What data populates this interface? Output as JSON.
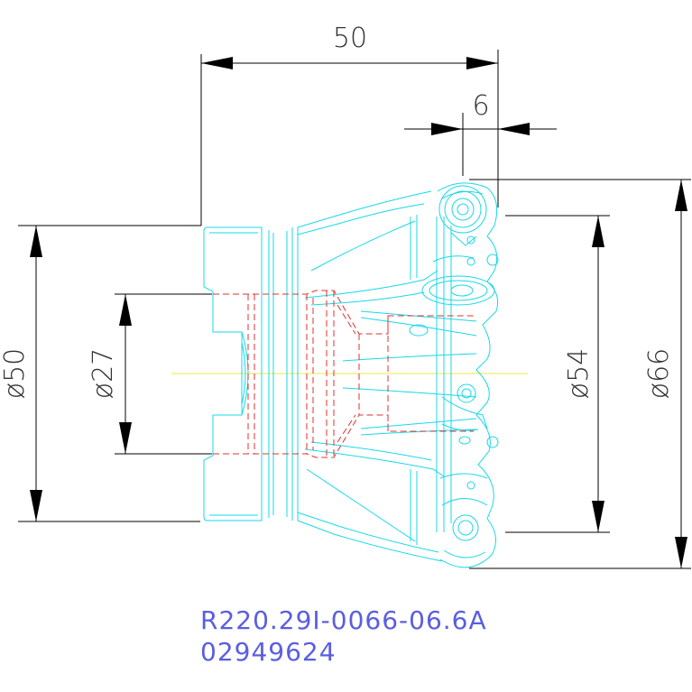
{
  "dimensions": {
    "length": "50",
    "offset": "6",
    "dia_shank": "ø50",
    "dia_bore": "ø27",
    "dia_insert_center": "ø54",
    "dia_cutting": "ø66"
  },
  "part": {
    "designation": "R220.29I-0066-06.6A",
    "item_number": "02949624"
  },
  "colors": {
    "geometry": "#18d8e8",
    "hidden": "#e03030",
    "centerline": "#e8e840",
    "text": "#5a5ee0"
  }
}
